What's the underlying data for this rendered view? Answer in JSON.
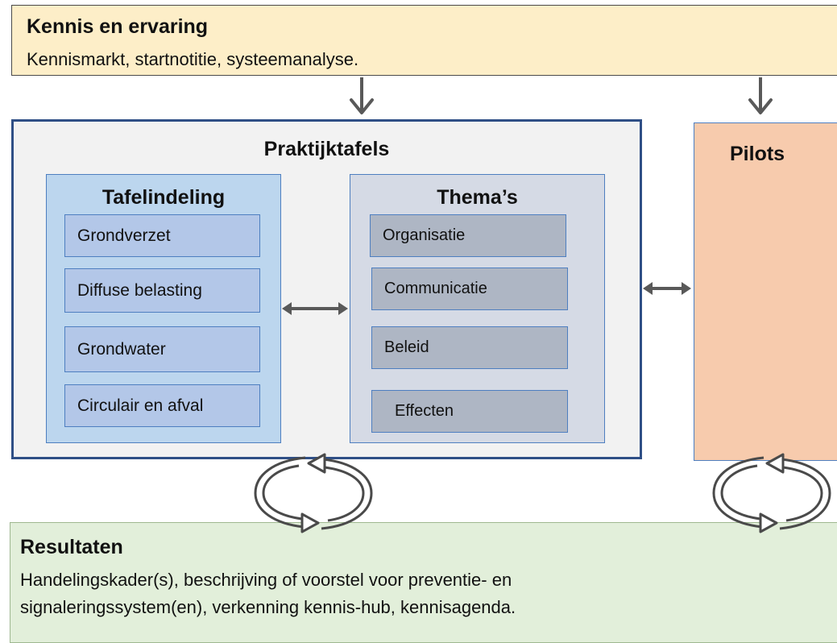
{
  "kennis": {
    "title": "Kennis en ervaring",
    "subtitle": "Kennismarkt, startnotitie, systeemanalyse."
  },
  "praktijktafels": {
    "title": "Praktijktafels",
    "tafelindeling": {
      "title": "Tafelindeling",
      "items": [
        "Grondverzet",
        "Diffuse belasting",
        "Grondwater",
        "Circulair en afval"
      ]
    },
    "themas": {
      "title": "Thema’s",
      "items": [
        "Organisatie",
        "Communicatie",
        "Beleid",
        "Effecten"
      ]
    }
  },
  "pilots": {
    "title": "Pilots"
  },
  "resultaten": {
    "title": "Resultaten",
    "line1": "Handelingskader(s), beschrijving of voorstel voor preventie- en",
    "line2": "signaleringssystem(en), verkenning kennis-hub, kennisagenda."
  },
  "colors": {
    "kennis_bg": "#fdeec8",
    "praktijk_border": "#2f4f86",
    "tafel_bg": "#bcd6ee",
    "thema_bg": "#d5dae5",
    "pilots_bg": "#f7cbad",
    "resultaten_bg": "#e2efda",
    "arrow": "#595959"
  }
}
